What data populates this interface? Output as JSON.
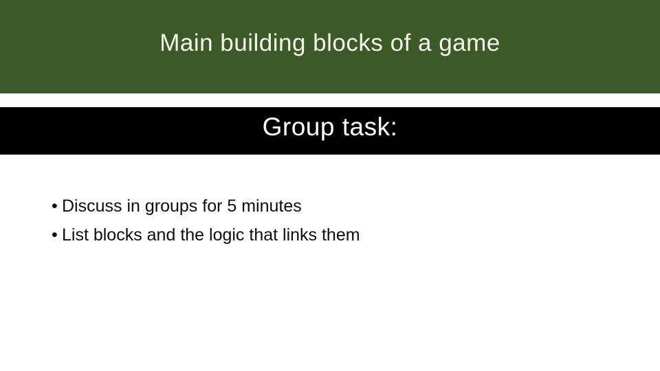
{
  "slide": {
    "title": "Main building blocks of a game",
    "task_heading": "Group task:",
    "bullets": {
      "marker": "•",
      "items": [
        {
          "text": "Discuss in groups for 5 minutes"
        },
        {
          "text": "List blocks and the logic that links them"
        }
      ]
    },
    "colors": {
      "header_green": "#3B5A27",
      "band_black": "#000000",
      "title_text": "#F6F5EC",
      "task_text": "#FFFFFF",
      "body_text": "#0D0D0D",
      "background": "#FFFFFF"
    }
  }
}
